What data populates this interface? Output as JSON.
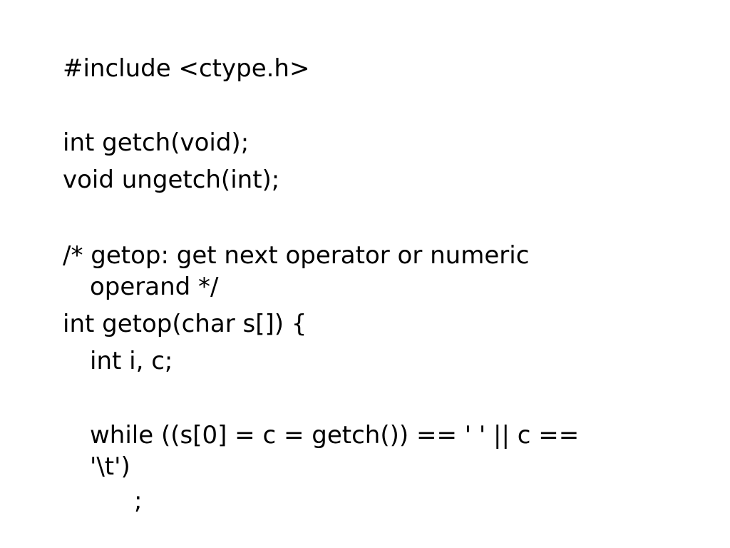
{
  "code": {
    "include": "#include <ctype.h>",
    "decl_getch": "int getch(void);",
    "decl_ungetch": "void ungetch(int);",
    "comment_line1": "/* getop: get next operator or numeric",
    "comment_line2": "operand */",
    "func_header": "int getop(char s[]) {",
    "var_decl": "int i, c;",
    "while_line1": "while ((s[0] = c = getch()) == ' ' || c ==",
    "while_line2": "'\\t')",
    "empty_stmt": ";"
  }
}
